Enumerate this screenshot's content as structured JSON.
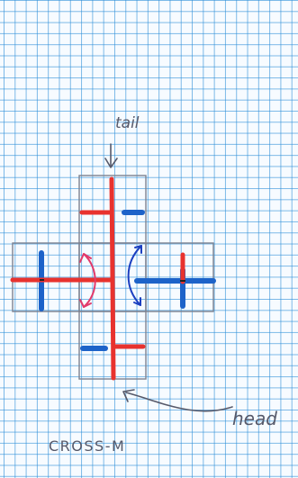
{
  "labels": {
    "tail": "tail",
    "head": "head",
    "caption": "CROSS-M"
  },
  "colors": {
    "grid": "#3a8fd6",
    "paper": "#f7fbff",
    "outline": "#7d8290",
    "red_path": "#e8322e",
    "blue_path": "#1d63c9",
    "red_arrow": "#e23a6b",
    "blue_arrow": "#1b3fc0",
    "pen": "#56596a"
  }
}
